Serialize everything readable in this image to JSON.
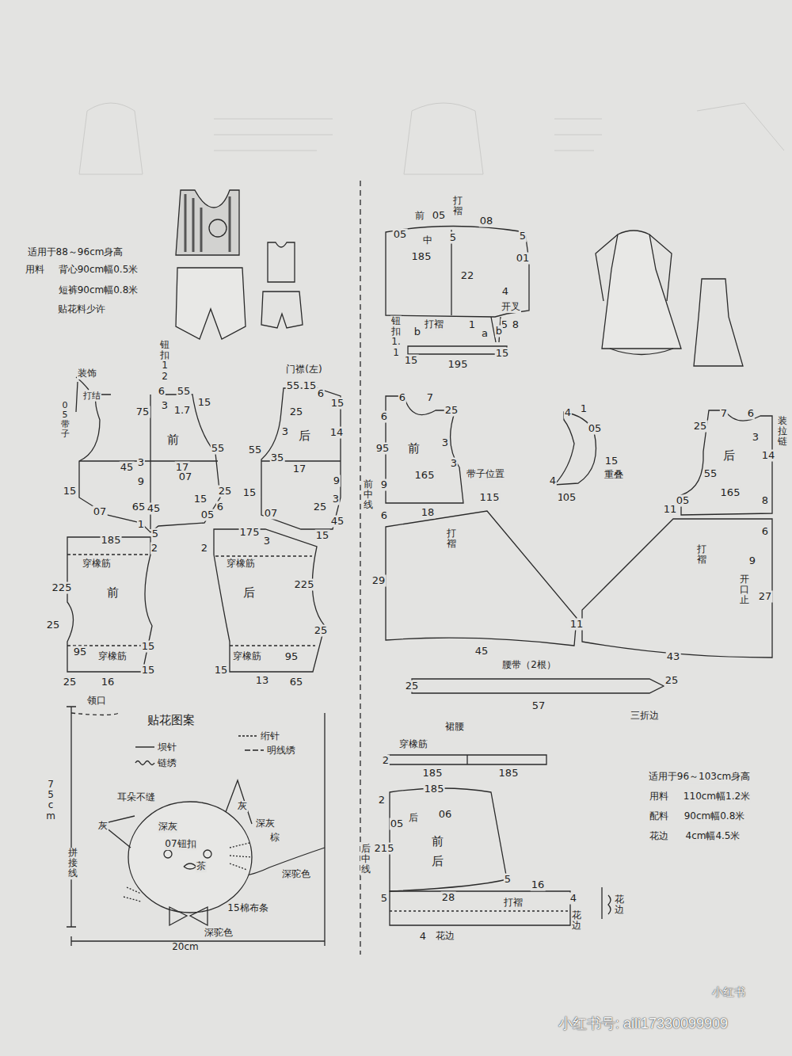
{
  "diagram": {
    "nodes": [
      {
        "text": [
          "前"
        ]
      },
      {
        "text": [
          "后"
        ]
      },
      {
        "text": [
          "前"
        ]
      },
      {
        "text": [
          "后"
        ]
      },
      {
        "text": [
          "前"
        ]
      },
      {
        "text": [
          "后"
        ]
      },
      {
        "text": [
          "前",
          "后"
        ]
      }
    ],
    "labels": [
      "适用于88～96cm身高",
      "用料",
      "背心90cm幅0.5米",
      "短裤90cm幅0.8米",
      "贴花料少许",
      "钮扣12",
      "装饰",
      "打结",
      "05带子",
      "6",
      "55",
      "15",
      "75",
      "3",
      "1.7",
      "55",
      "45",
      "3",
      "17",
      "9",
      "07",
      "15",
      "25",
      "65",
      "45",
      "15",
      "6",
      "07",
      "05",
      "1",
      "5",
      "门襟(左)",
      "55",
      "15",
      "6",
      "25",
      "15",
      "3",
      "35",
      "14",
      "55",
      "17",
      "9",
      "15",
      "07",
      "25",
      "3",
      "45",
      "15",
      "185",
      "2",
      "穿橡筋",
      "225",
      "25",
      "95",
      "穿橡筋",
      "15",
      "15",
      "25",
      "16",
      "175",
      "2",
      "3",
      "穿橡筋",
      "225",
      "25",
      "95",
      "穿橡筋",
      "15",
      "13",
      "65",
      "领口",
      "贴花图案",
      "75cm",
      "耳朵不缝",
      "灰",
      "灰",
      "深灰",
      "深灰",
      "棕",
      "07钮扣",
      "茶",
      "深驼色",
      "拼接线",
      "15棉布条",
      "深驼色",
      "20cm",
      "打褶",
      "前",
      "05",
      "08",
      "05",
      "中",
      "5",
      "5",
      "185",
      "01",
      "22",
      "4",
      "开叉",
      "打褶",
      "1",
      "5",
      "8",
      "钮扣1.1",
      "b",
      "a",
      "b",
      "15",
      "195",
      "15",
      "6",
      "7",
      "25",
      "6",
      "95",
      "3",
      "9",
      "165",
      "3",
      "带子位置",
      "前中线",
      "18",
      "6",
      "115",
      "打褶",
      "29",
      "45",
      "4",
      "1",
      "05",
      "15",
      "重叠",
      "4",
      "1",
      "05",
      "7",
      "6",
      "25",
      "3",
      "14",
      "装拉链",
      "55",
      "165",
      "8",
      "05",
      "11",
      "6",
      "打褶",
      "9",
      "开口止",
      "27",
      "11",
      "43",
      "腰带（2根）",
      "25",
      "25",
      "57",
      "三折边",
      "裙腰",
      "穿橡筋",
      "2",
      "185",
      "185",
      "适用于96～103cm身高",
      "用料",
      "110cm幅1.2米",
      "配料",
      "90cm幅0.8米",
      "花边",
      "4cm幅4.5米",
      "2",
      "185",
      "后",
      "06",
      "05",
      "后中线",
      "215",
      "5",
      "16",
      "5",
      "28",
      "打褶",
      "4",
      "花边",
      "花边",
      "4",
      "花边",
      "小红书",
      "小红书号: aili17330099909"
    ],
    "legend": [
      {
        "text": "绗针"
      },
      {
        "text": "坝针"
      },
      {
        "text": "明线绣"
      },
      {
        "text": "链绣"
      }
    ]
  }
}
